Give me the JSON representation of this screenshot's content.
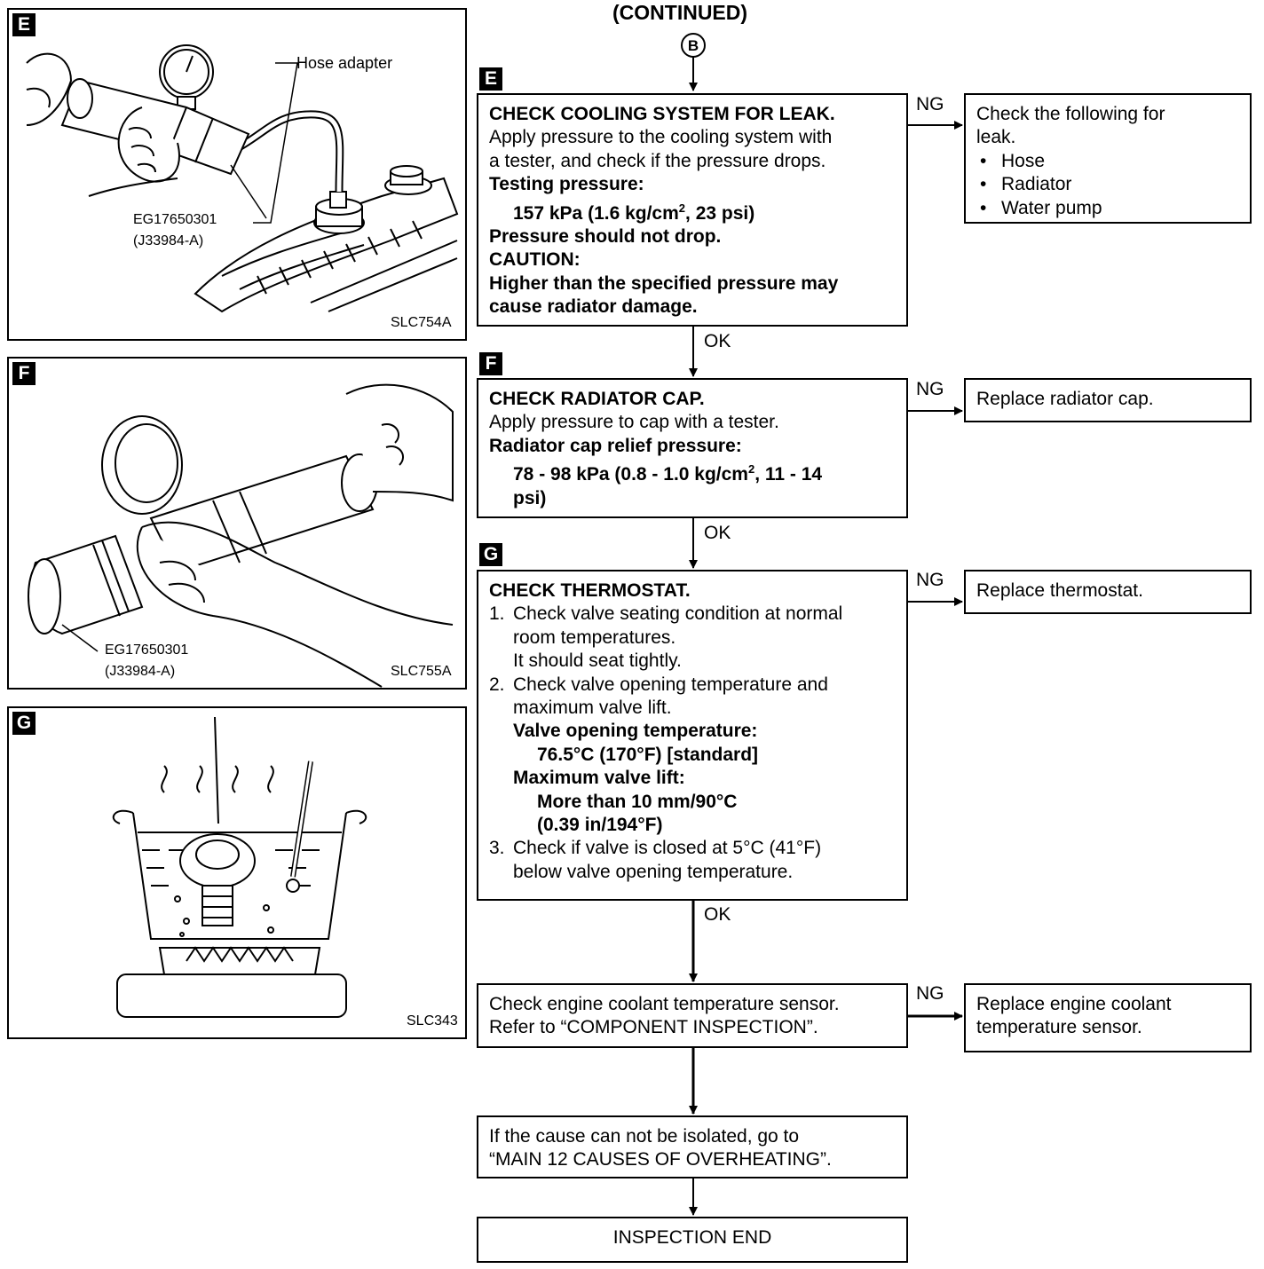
{
  "header": {
    "continued": "(CONTINUED)",
    "connector": "B"
  },
  "figures": {
    "e": {
      "tag": "E",
      "callout_hose": "Hose adapter",
      "tool_code": "EG17650301",
      "tool_alt": "(J33984-A)",
      "ref": "SLC754A"
    },
    "f": {
      "tag": "F",
      "tool_code": "EG17650301",
      "tool_alt": "(J33984-A)",
      "ref": "SLC755A"
    },
    "g": {
      "tag": "G",
      "ref": "SLC343"
    }
  },
  "steps": {
    "e": {
      "tag": "E",
      "title": "CHECK COOLING SYSTEM FOR LEAK.",
      "line1": "Apply pressure to the cooling system with",
      "line2": "a tester, and check if the pressure drops.",
      "spec_label": "Testing pressure:",
      "spec_a": "157 kPa (1.6 kg/cm",
      "spec_sup": "2",
      "spec_b": ", 23 psi)",
      "note": "Pressure should not drop.",
      "caution_label": "CAUTION:",
      "caution_1": "Higher than the specified pressure may",
      "caution_2": "cause radiator damage.",
      "ng": "NG",
      "ok": "OK",
      "ng_text_1": "Check the following for",
      "ng_text_2": "leak.",
      "ng_items": [
        "Hose",
        "Radiator",
        "Water pump"
      ]
    },
    "f": {
      "tag": "F",
      "title": "CHECK RADIATOR CAP.",
      "line1": "Apply pressure to cap with a tester.",
      "spec_label": "Radiator cap relief pressure:",
      "spec_a": "78 - 98 kPa (0.8 - 1.0 kg/cm",
      "spec_sup": "2",
      "spec_b": ", 11 - 14",
      "spec_c": "psi)",
      "ng": "NG",
      "ok": "OK",
      "ng_text": "Replace radiator cap."
    },
    "g": {
      "tag": "G",
      "title": "CHECK THERMOSTAT.",
      "i1_num": "1.",
      "i1_a": "Check valve seating condition at normal",
      "i1_b": "room temperatures.",
      "i1_c": "It should seat tightly.",
      "i2_num": "2.",
      "i2_a": "Check valve opening temperature and",
      "i2_b": "maximum valve lift.",
      "s1_label": "Valve opening temperature:",
      "s1_value": "76.5°C (170°F) [standard]",
      "s2_label": "Maximum valve lift:",
      "s2_value_1": "More than 10 mm/90°C",
      "s2_value_2": "(0.39 in/194°F)",
      "i3_num": "3.",
      "i3_a": "Check if valve is closed at 5°C (41°F)",
      "i3_b": "below valve opening temperature.",
      "ng": "NG",
      "ok": "OK",
      "ng_text": "Replace thermostat."
    },
    "sensor": {
      "line1": "Check engine coolant temperature sensor.",
      "line2": "Refer to “COMPONENT INSPECTION”.",
      "ng": "NG",
      "ng_text_1": "Replace engine coolant",
      "ng_text_2": "temperature sensor."
    },
    "isolate": {
      "line1": "If the cause can not be isolated, go to",
      "line2": "“MAIN 12 CAUSES OF OVERHEATING”."
    },
    "end": {
      "text": "INSPECTION END"
    }
  }
}
